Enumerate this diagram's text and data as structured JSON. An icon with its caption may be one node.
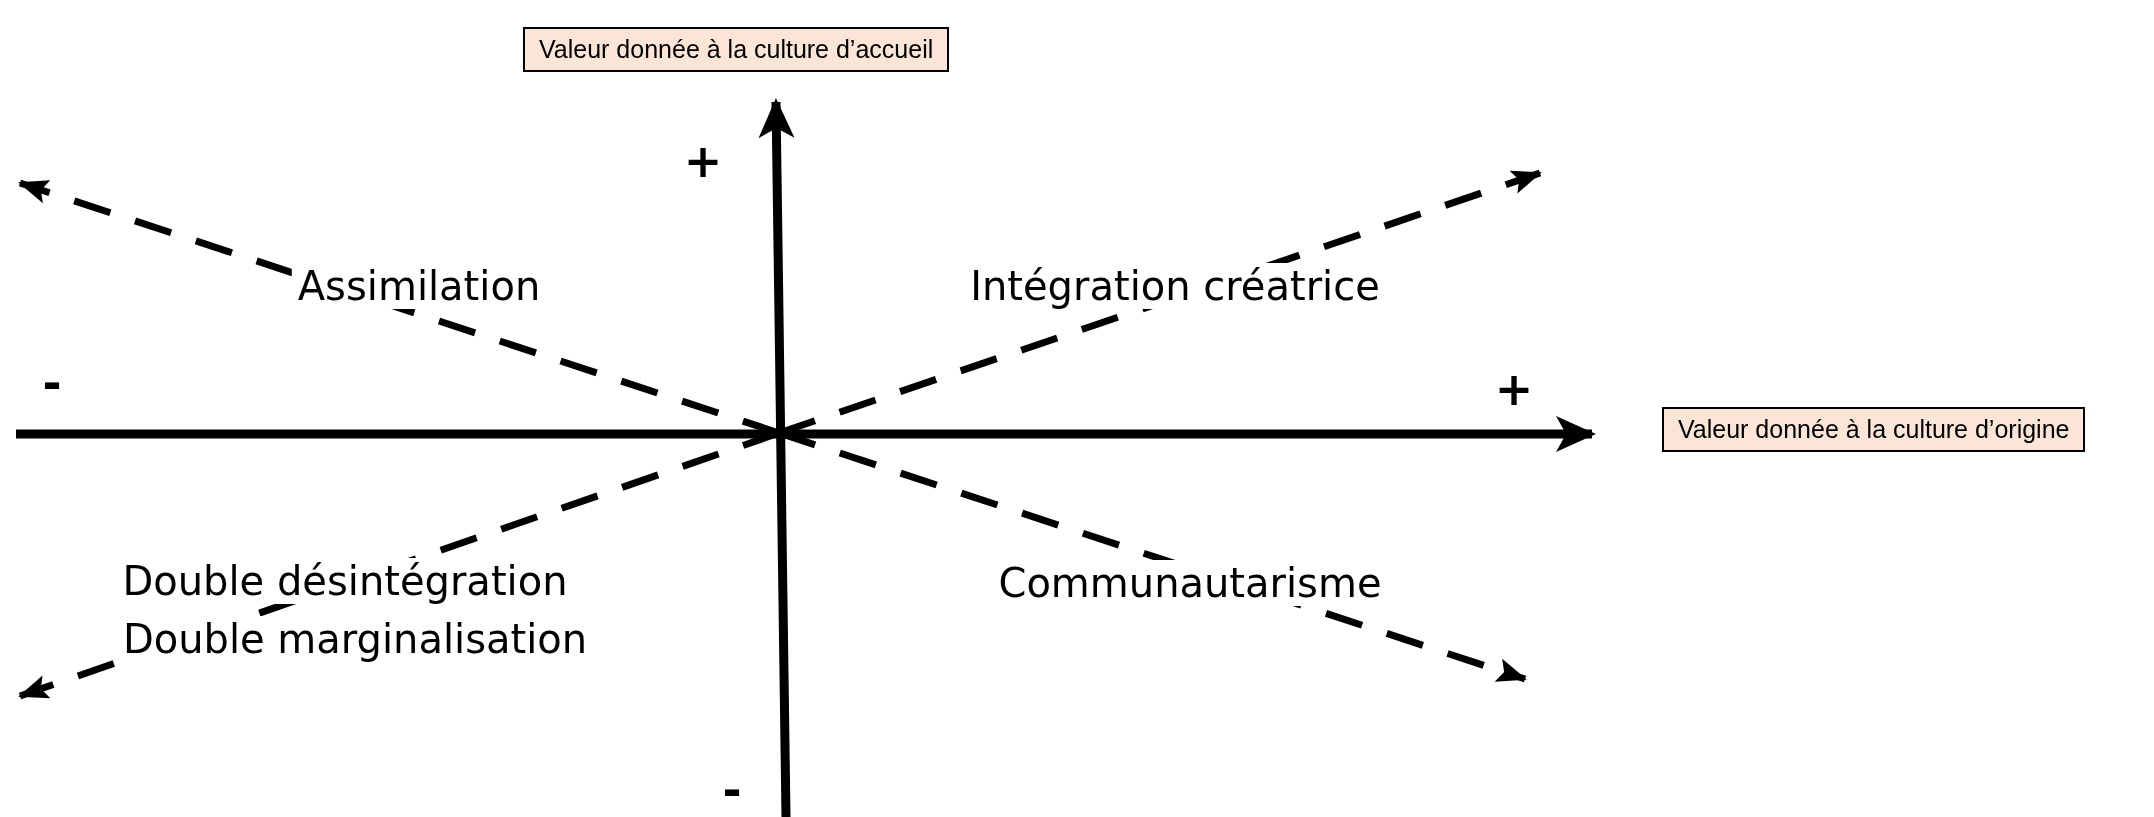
{
  "diagram": {
    "nodes": [
      {
        "text": [
          "Valeur donnée à la culture d’accueil"
        ]
      },
      {
        "text": [
          "Valeur donnée à la culture d’origine"
        ]
      }
    ],
    "labels": [
      "+",
      "Assimilation",
      "Intégration créatrice",
      "-",
      "+",
      "Double désintégration",
      "Double marginalisation",
      "Communautarisme",
      "-"
    ]
  }
}
